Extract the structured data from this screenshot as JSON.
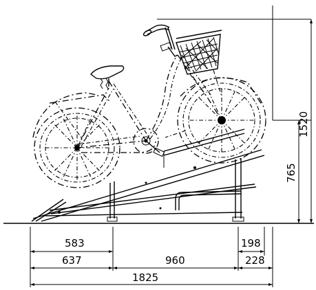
{
  "dimensions": {
    "bottom_583": "583",
    "bottom_637": "637",
    "bottom_960": "960",
    "bottom_198": "198",
    "bottom_228": "228",
    "total_1825": "1825",
    "right_765": "765",
    "right_1520": "1520"
  }
}
